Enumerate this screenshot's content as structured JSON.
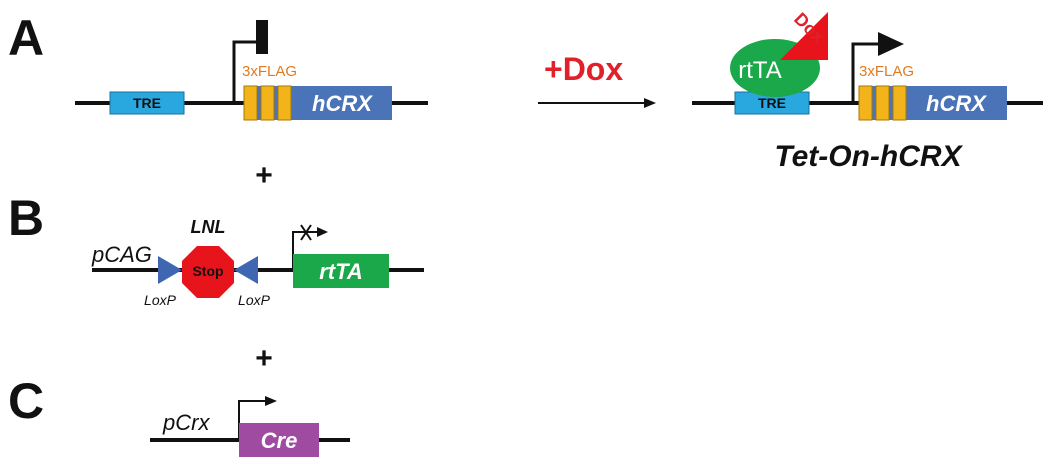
{
  "panels": {
    "a": "A",
    "b": "B",
    "c": "C"
  },
  "plus": "+",
  "panel_a": {
    "tre": "TRE",
    "flag": "3xFLAG",
    "gene": "hCRX"
  },
  "transition": {
    "label": "+Dox"
  },
  "induced": {
    "dox": "Dox",
    "rtta": "rtTA",
    "tre": "TRE",
    "flag": "3xFLAG",
    "gene": "hCRX",
    "title": "Tet-On-hCRX"
  },
  "panel_b": {
    "promoter": "pCAG",
    "lnl": "LNL",
    "stop": "Stop",
    "loxp_left": "LoxP",
    "loxp_right": "LoxP",
    "gene": "rtTA"
  },
  "panel_c": {
    "promoter": "pCrx",
    "gene": "Cre"
  },
  "colors": {
    "tre": "#29a8e0",
    "flag_box": "#f2b41a",
    "gene_blue": "#4a73b8",
    "rtta_green": "#1aa84a",
    "stop_red": "#e8141c",
    "loxp_blue": "#3f66b0",
    "cre_purple": "#a04ba2",
    "dox_red": "#e0202a"
  }
}
